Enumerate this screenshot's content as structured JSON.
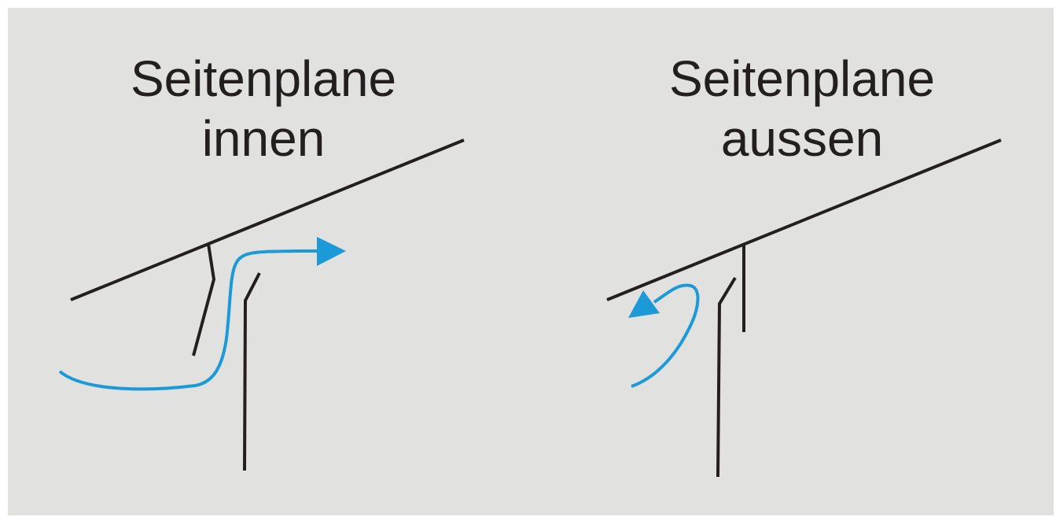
{
  "colors": {
    "background": "#e1e1e0",
    "line": "#231f20",
    "airflow": "#1b9ad7"
  },
  "panels": {
    "left": {
      "title_line1": "Seitenplane",
      "title_line2": "innen",
      "flow_icon": "airflow-arrow-icon"
    },
    "right": {
      "title_line1": "Seitenplane",
      "title_line2": "aussen",
      "flow_icon": "airflow-arrow-icon"
    }
  }
}
